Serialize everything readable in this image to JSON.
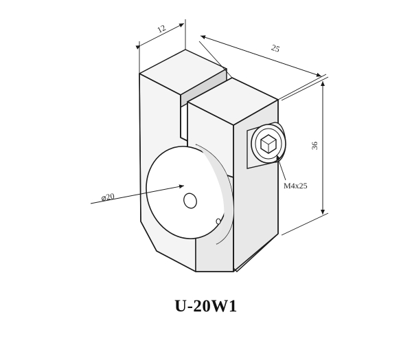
{
  "drawing": {
    "part_number": "U-20W1",
    "dimensions": {
      "width": "12",
      "depth": "25",
      "height": "36",
      "bore_diameter": "⌀20",
      "screw": "M4x25"
    }
  },
  "colors": {
    "line": "#1a1a1a",
    "background": "#ffffff"
  }
}
